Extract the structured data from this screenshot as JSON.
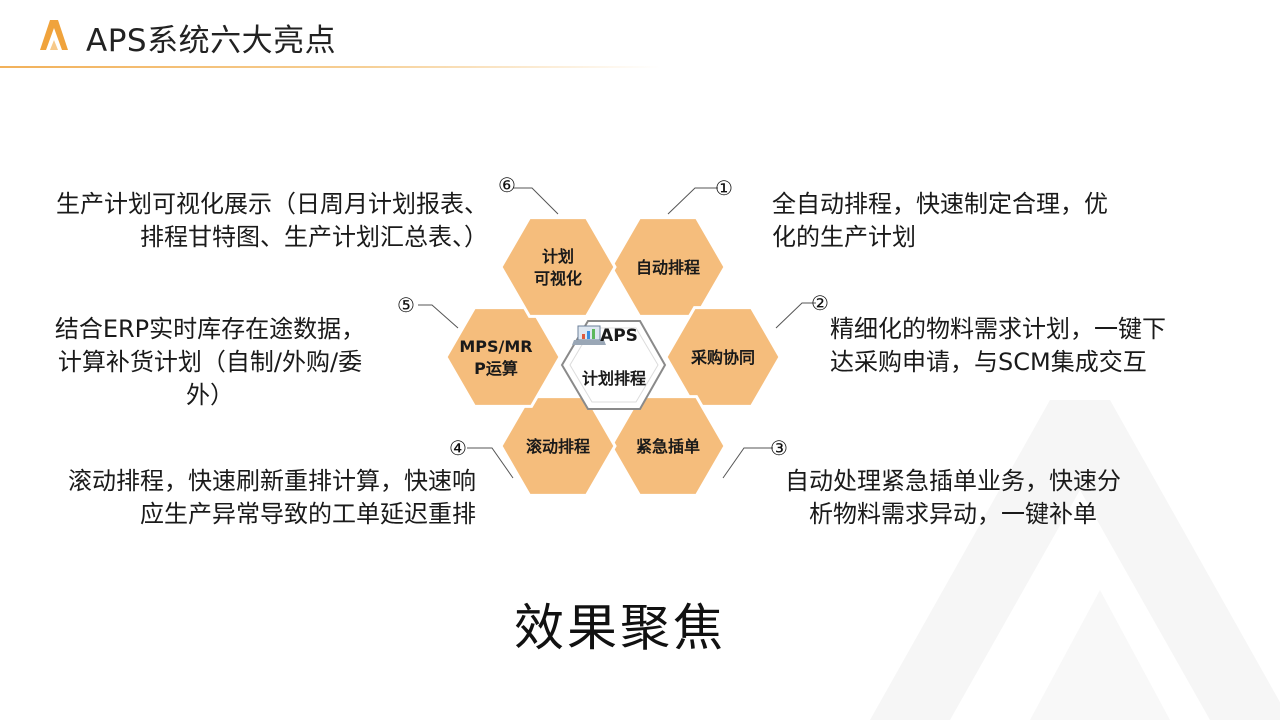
{
  "header": {
    "title": "APS系统六大亮点"
  },
  "center": {
    "label_top": "APS",
    "label_bottom": "计划排程",
    "icon": "laptop-chart-icon"
  },
  "hexagons": [
    {
      "label_lines": [
        "自动排程"
      ],
      "number": "①"
    },
    {
      "label_lines": [
        "采购协同"
      ],
      "number": "②"
    },
    {
      "label_lines": [
        "紧急插单"
      ],
      "number": "③"
    },
    {
      "label_lines": [
        "滚动排程"
      ],
      "number": "④"
    },
    {
      "label_lines": [
        "MPS/MR",
        "P运算"
      ],
      "number": "⑤"
    },
    {
      "label_lines": [
        "计划",
        "可视化"
      ],
      "number": "⑥"
    }
  ],
  "descriptions": {
    "d1": "全自动排程，快速制定合理，优\n化的生产计划",
    "d2": "精细化的物料需求计划，一键下\n达采购申请，与SCM集成交互",
    "d3": "自动处理紧急插单业务，快速分\n析物料需求异动，一键补单",
    "d4": "滚动排程，快速刷新重排计算，快速响\n应生产异常导致的工单延迟重排",
    "d5": "结合ERP实时库存在途数据，\n计算补货计划（自制/外购/委\n外）",
    "d6": "生产计划可视化展示（日周月计划报表、\n排程甘特图、生产计划汇总表、）"
  },
  "footer": {
    "focus": "效果聚焦"
  },
  "colors": {
    "hex_fill": "#f5bd7c",
    "hex_stroke": "#ffffff",
    "accent": "#f0a33c",
    "center_fill": "#ffffff"
  }
}
